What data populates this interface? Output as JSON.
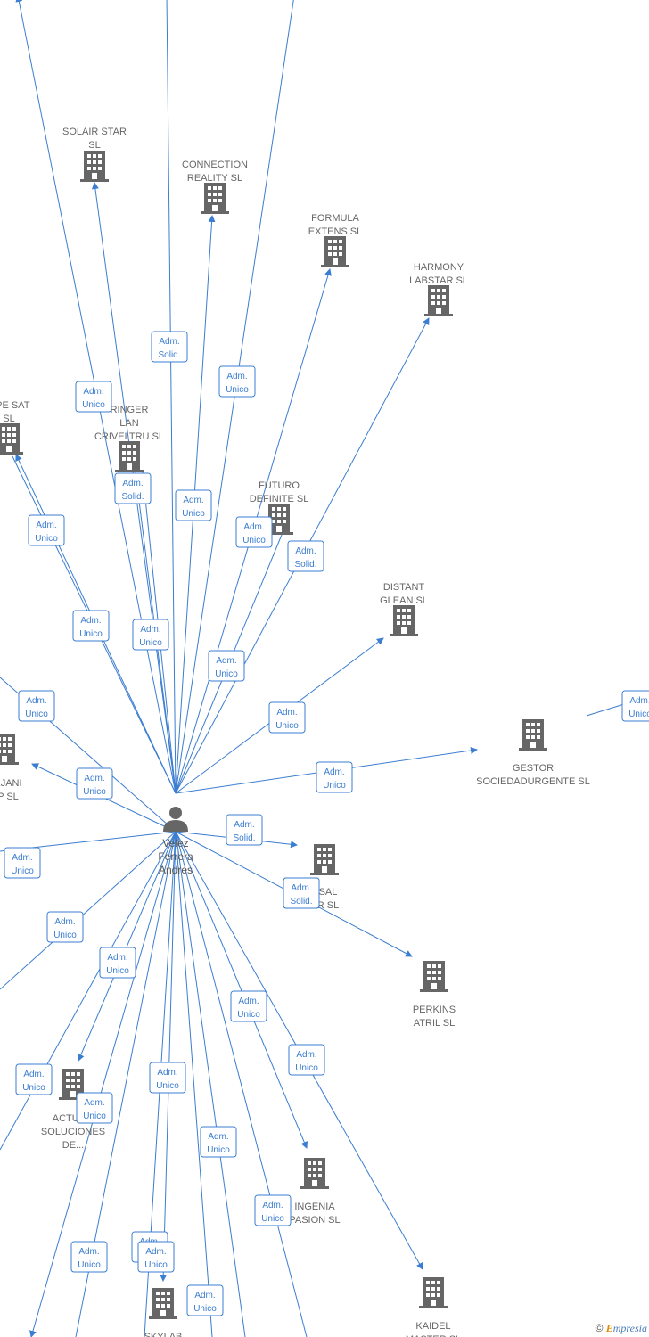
{
  "person": {
    "name_lines": [
      "Velez",
      "Ferrera",
      "Andres"
    ]
  },
  "companies": [
    {
      "id": "solair",
      "lines": [
        "SOLAIR STAR",
        "SL"
      ]
    },
    {
      "id": "connection",
      "lines": [
        "CONNECTION",
        "REALITY  SL"
      ]
    },
    {
      "id": "formula",
      "lines": [
        "FORMULA",
        "EXTENS  SL"
      ]
    },
    {
      "id": "harmony",
      "lines": [
        "HARMONY",
        "LABSTAR SL"
      ]
    },
    {
      "id": "europe",
      "lines": [
        "OPE SAT",
        "SL"
      ]
    },
    {
      "id": "ringer",
      "lines": [
        "RINGER",
        "LAN",
        "CRIVELTRU SL"
      ]
    },
    {
      "id": "futuro",
      "lines": [
        "FUTURO",
        "DEFINITE  SL"
      ]
    },
    {
      "id": "distant",
      "lines": [
        "DISTANT",
        "GLEAN  SL"
      ]
    },
    {
      "id": "rejani",
      "lines": [
        "REJANI",
        "UP  SL"
      ]
    },
    {
      "id": "gestor",
      "lines": [
        "GESTOR",
        "SOCIEDADURGENTE SL"
      ]
    },
    {
      "id": "rsal",
      "lines": [
        "RSAL",
        "UR  SL"
      ]
    },
    {
      "id": "perkins",
      "lines": [
        "PERKINS",
        "ATRIL  SL"
      ]
    },
    {
      "id": "actual",
      "lines": [
        "ACTUALI",
        "SOLUCIONES",
        "DE..."
      ]
    },
    {
      "id": "ingenia",
      "lines": [
        "INGENIA",
        "PASION  SL"
      ]
    },
    {
      "id": "skylab",
      "lines": [
        "SKYLAB"
      ]
    },
    {
      "id": "kaidel",
      "lines": [
        "KAIDEL",
        "MASTER  SL"
      ]
    }
  ],
  "edge_labels": [
    [
      "Adm.",
      "Solid."
    ],
    [
      "Adm.",
      "Unico"
    ],
    [
      "Adm.",
      "Unico"
    ],
    [
      "Adm.",
      "Solid."
    ],
    [
      "Adm.",
      "Unico"
    ],
    [
      "Adm.",
      "Unico"
    ],
    [
      "Adm.",
      "Unico"
    ],
    [
      "Adm.",
      "Solid."
    ],
    [
      "Adm.",
      "Unico"
    ],
    [
      "Adm.",
      "Unico"
    ],
    [
      "Adm.",
      "Unico"
    ],
    [
      "Adm.",
      "Unico"
    ],
    [
      "Adm.",
      "Unico"
    ],
    [
      "Adm.",
      "Unico"
    ],
    [
      "Adm.",
      "Unico"
    ],
    [
      "Adm.",
      "Solid."
    ],
    [
      "Adm.",
      "Unico"
    ],
    [
      "Adm.",
      "Solid."
    ],
    [
      "Adm.",
      "Unico"
    ],
    [
      "Adm.",
      "Unico"
    ],
    [
      "Adm.",
      "Unico"
    ],
    [
      "Adm.",
      "Unico"
    ],
    [
      "Adm.",
      "Unico"
    ],
    [
      "Adm.",
      "Unico"
    ],
    [
      "Adm.",
      "Unico"
    ],
    [
      "Adm.",
      "Unico"
    ],
    [
      "Adm.",
      "Unico"
    ],
    [
      "Adm.",
      "Unico"
    ],
    [
      "Adm.",
      "Unico"
    ],
    [
      "Adm.",
      "Unico"
    ],
    [
      "Adm.",
      "Unico"
    ],
    [
      "Adm.",
      "Unico"
    ],
    [
      "Adm.",
      "Solid."
    ]
  ],
  "footer": {
    "copyright": "©",
    "brand_e": "E",
    "brand_rest": "mpresia"
  },
  "colors": {
    "edge": "#3b7dd0",
    "icon": "#666666"
  },
  "icons": {
    "company": "building-icon",
    "person": "person-icon"
  }
}
